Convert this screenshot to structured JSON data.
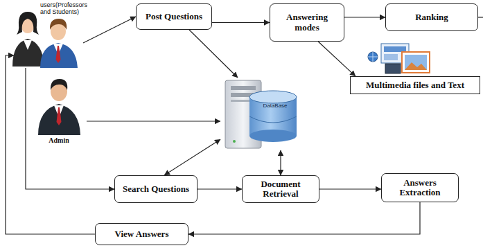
{
  "diagram": {
    "nodes": [
      {
        "text": [
          "users(Professors and Students)"
        ]
      },
      {
        "text": [
          "Post Questions"
        ]
      },
      {
        "text": [
          "Answering modes"
        ]
      },
      {
        "text": [
          "Ranking"
        ]
      },
      {
        "text": [
          "Multimedia files and Text"
        ]
      },
      {
        "text": [
          "Admin"
        ]
      },
      {
        "text": [
          "DataBase"
        ]
      },
      {
        "text": [
          "Search Questions"
        ]
      },
      {
        "text": [
          "Document Retrieval"
        ]
      },
      {
        "text": [
          "Answers Extraction"
        ]
      },
      {
        "text": [
          "View Answers"
        ]
      }
    ],
    "edges": [
      {
        "from": 0,
        "to": 1,
        "arrow": "to"
      },
      {
        "from": 1,
        "to": 2,
        "arrow": "to"
      },
      {
        "from": 2,
        "to": 3,
        "arrow": "to"
      },
      {
        "from": 2,
        "to": 4,
        "arrow": "to"
      },
      {
        "from": 1,
        "to": 6,
        "arrow": "to"
      },
      {
        "from": 5,
        "to": 6,
        "arrow": "to"
      },
      {
        "from": 7,
        "to": 6,
        "arrow": "both"
      },
      {
        "from": 8,
        "to": 6,
        "arrow": "both"
      },
      {
        "from": 7,
        "to": 8,
        "arrow": "to"
      },
      {
        "from": 8,
        "to": 9,
        "arrow": "to"
      },
      {
        "from": 9,
        "to": 10,
        "arrow": "to"
      },
      {
        "from": 10,
        "to": 0,
        "arrow": "to"
      },
      {
        "from": 0,
        "to": 7,
        "arrow": "to"
      }
    ]
  }
}
